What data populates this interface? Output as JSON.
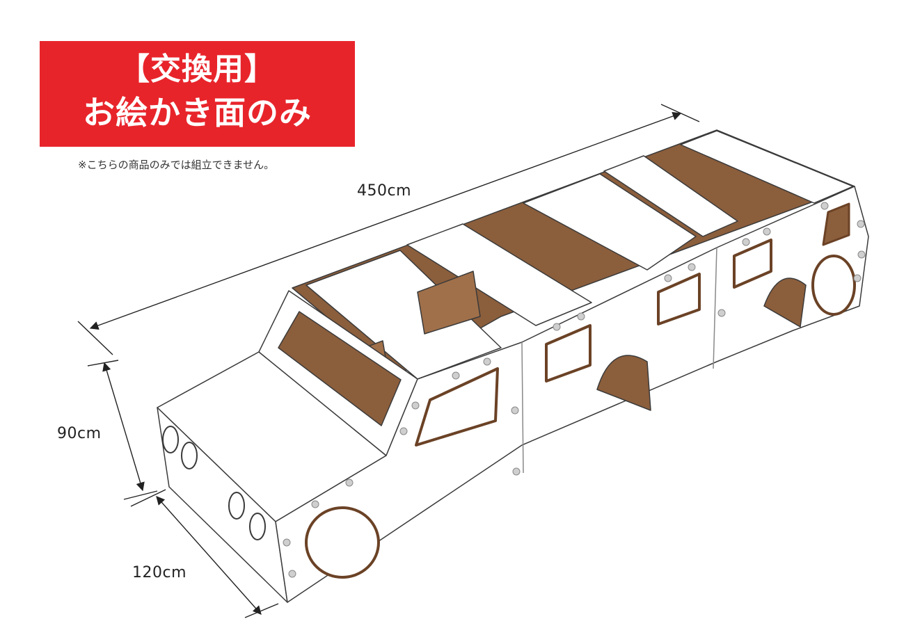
{
  "banner": {
    "line1": "【交換用】",
    "line2": "お絵かき面のみ",
    "color": "#e8242b"
  },
  "note": "※こちらの商品のみでは組立できません。",
  "dimensions": {
    "length": "450cm",
    "height": "90cm",
    "width": "120cm"
  },
  "colors": {
    "panel": "#ffffff",
    "edge": "#6b4226",
    "cardboard": "#8b5e3c",
    "outline": "#3a3a3a",
    "bolt": "#cfcfcf"
  }
}
